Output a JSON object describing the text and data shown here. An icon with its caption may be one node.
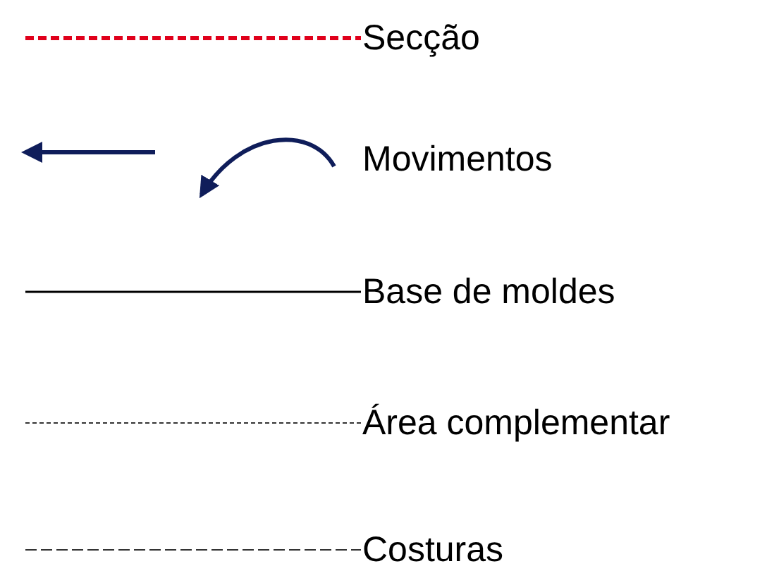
{
  "diagram": {
    "legend": [
      {
        "text": "Secção"
      },
      {
        "text": "Movimentos"
      },
      {
        "text": "Base de moldes"
      },
      {
        "text": "Área complementar"
      },
      {
        "text": "Costuras"
      }
    ]
  }
}
